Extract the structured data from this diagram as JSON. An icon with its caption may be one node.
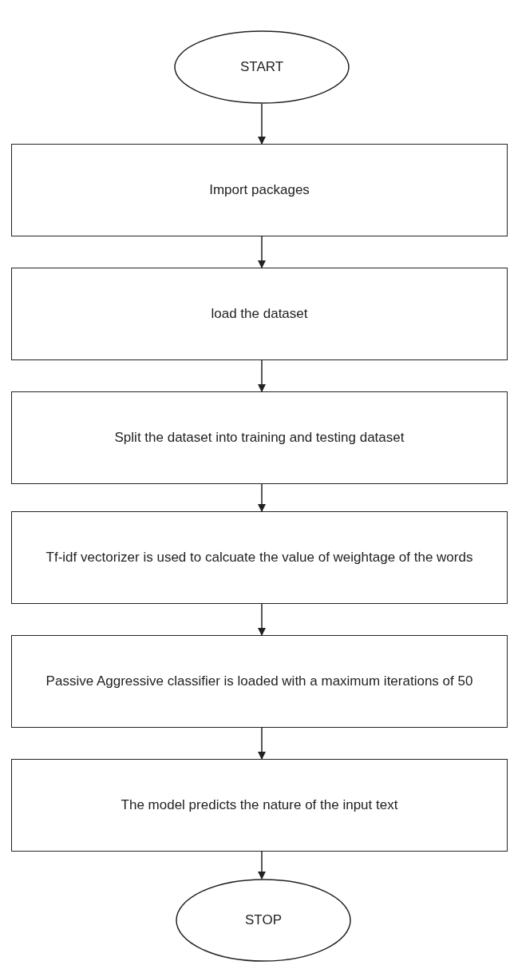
{
  "diagram": {
    "nodes": [
      {
        "text": [
          "START"
        ]
      },
      {
        "text": [
          "Import packages"
        ]
      },
      {
        "text": [
          "load the dataset"
        ]
      },
      {
        "text": [
          "Split the dataset into training and testing dataset"
        ]
      },
      {
        "text": [
          "Tf-idf vectorizer is used to calcuate the value of weightage of the words"
        ]
      },
      {
        "text": [
          "Passive Aggressive classifier is loaded with a maximum iterations of 50"
        ]
      },
      {
        "text": [
          "The model predicts the nature of the input text"
        ]
      },
      {
        "text": [
          "STOP"
        ]
      }
    ],
    "edges": [
      {
        "from": 0,
        "to": 1,
        "arrow": "to"
      },
      {
        "from": 1,
        "to": 2,
        "arrow": "to"
      },
      {
        "from": 2,
        "to": 3,
        "arrow": "to"
      },
      {
        "from": 3,
        "to": 4,
        "arrow": "to"
      },
      {
        "from": 4,
        "to": 5,
        "arrow": "to"
      },
      {
        "from": 5,
        "to": 6,
        "arrow": "to"
      },
      {
        "from": 6,
        "to": 7,
        "arrow": "to"
      }
    ]
  }
}
